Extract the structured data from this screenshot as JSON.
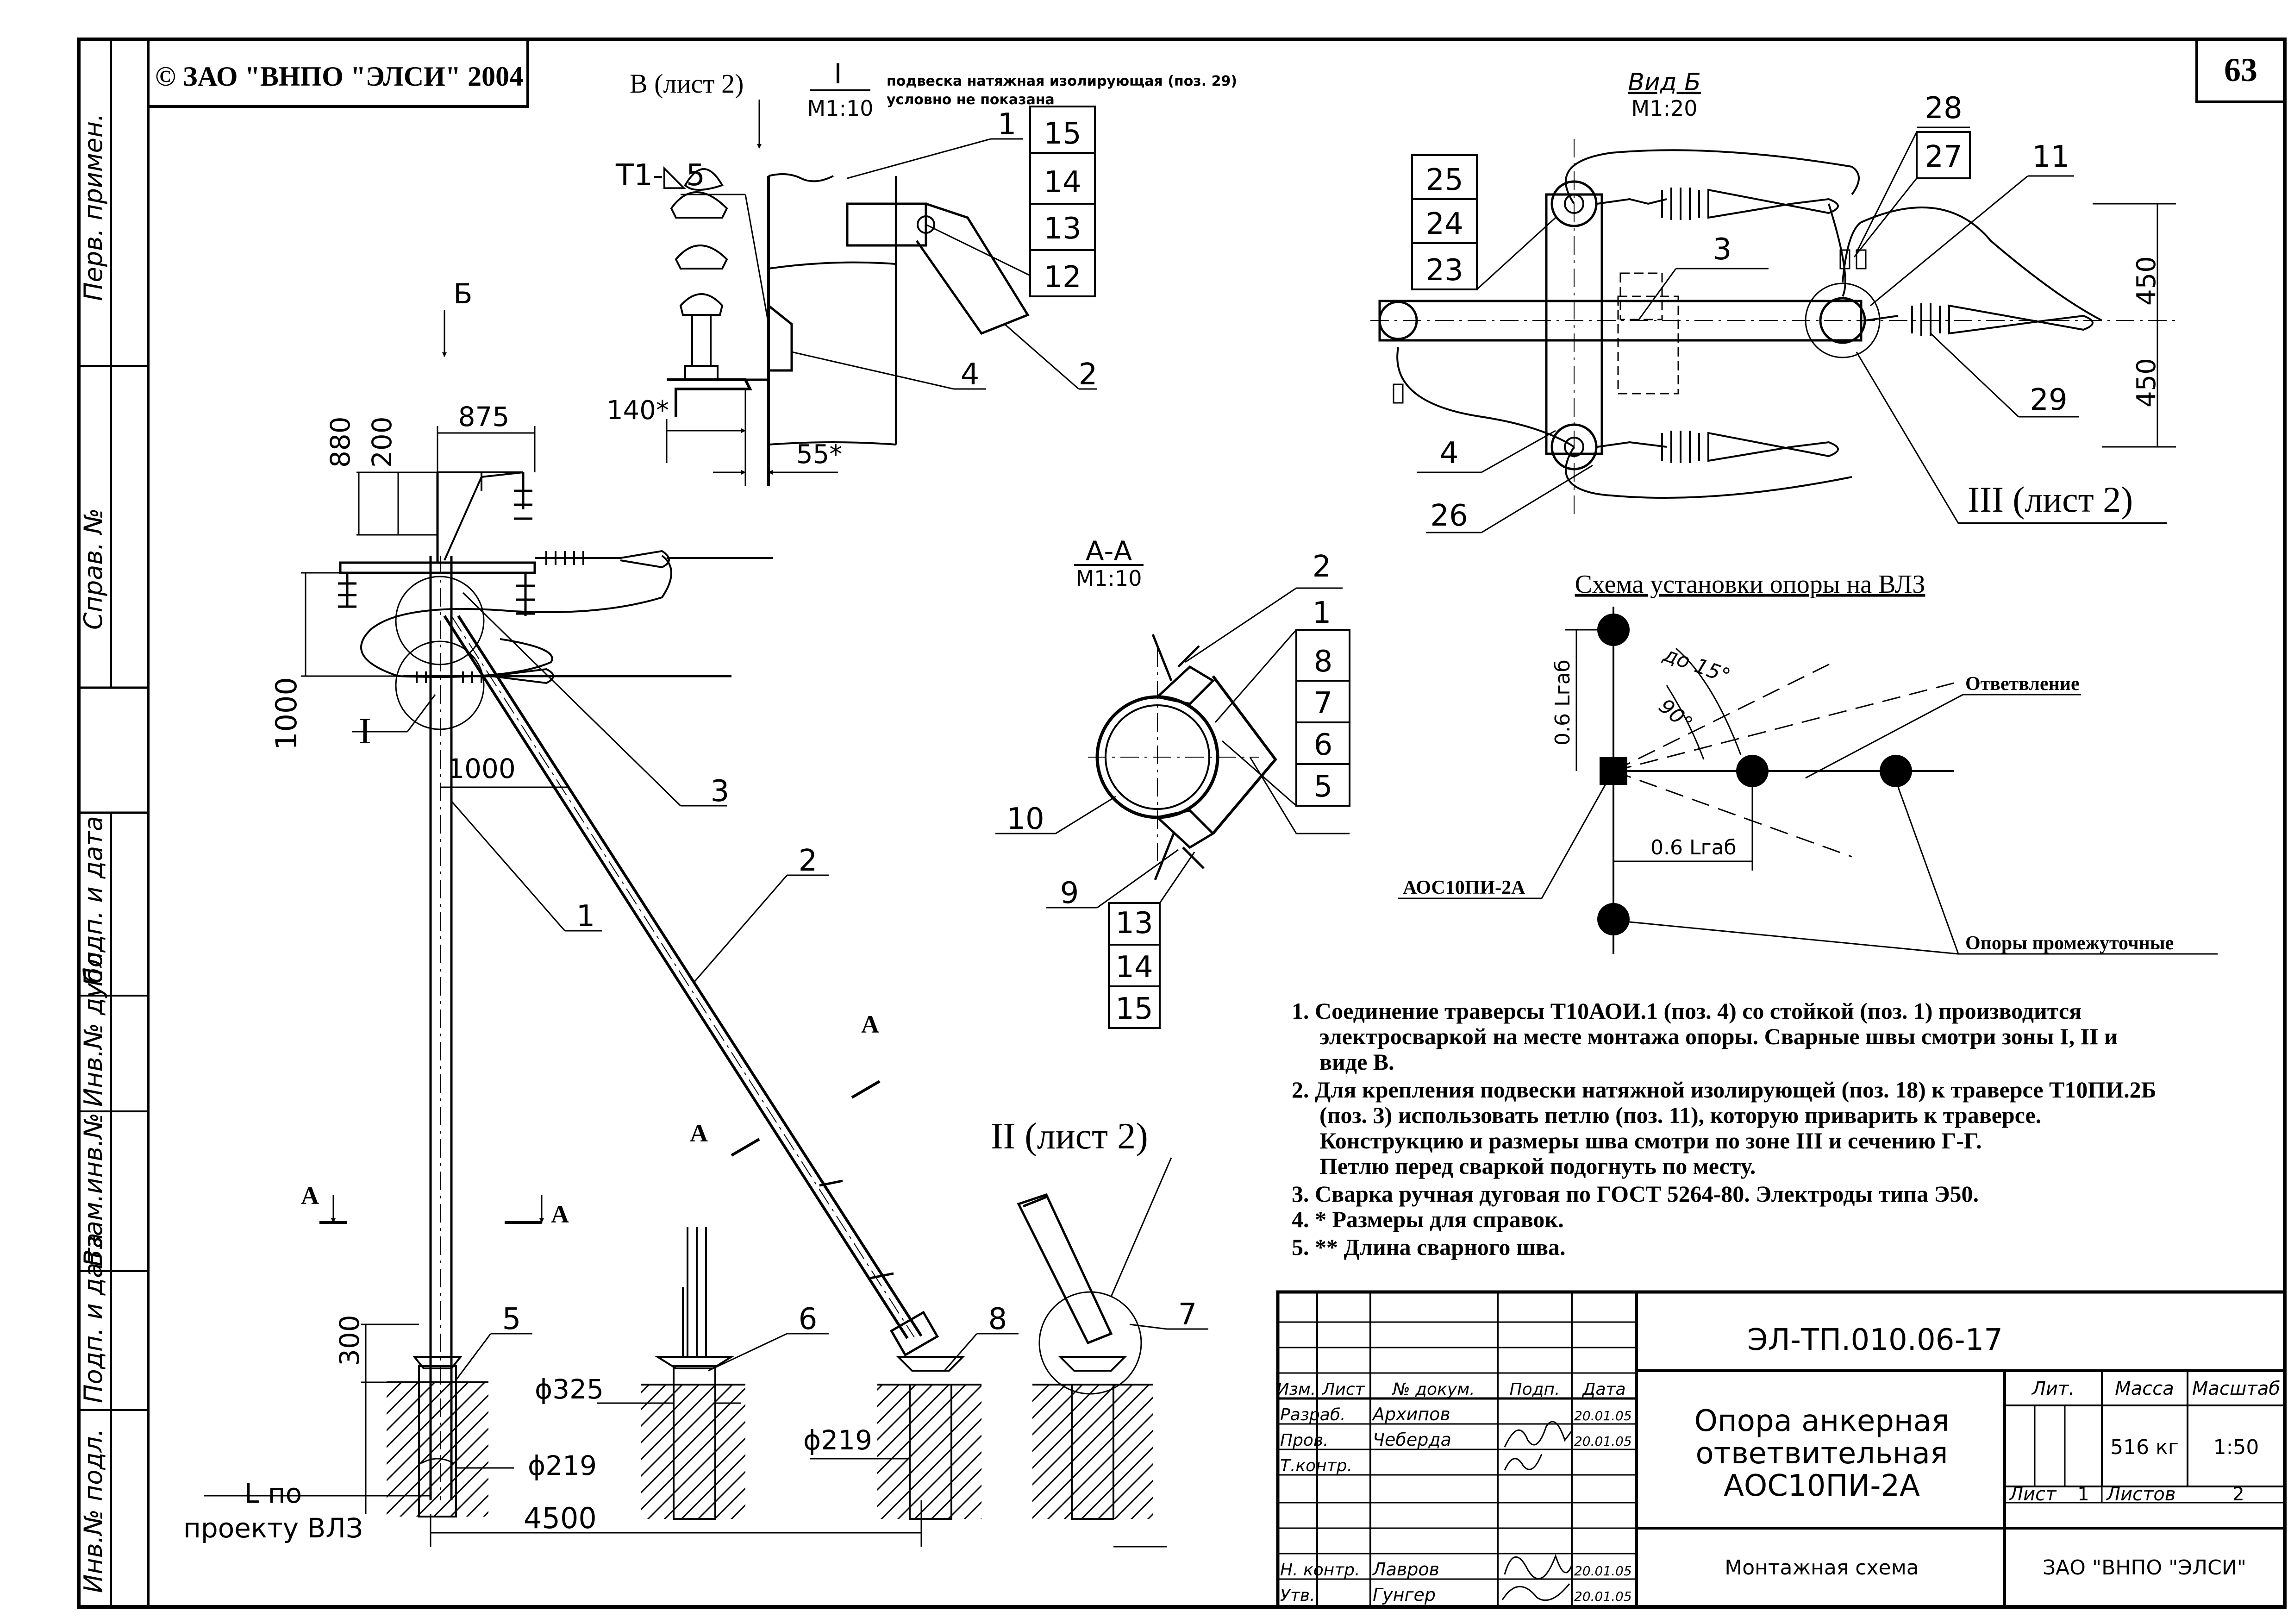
{
  "sheet": {
    "copyright": "© ЗАО \"ВНПО \"ЭЛСИ\" 2004",
    "page_number": "63",
    "side_stamps": [
      "Перв. примен.",
      "Справ. №",
      "Подп. и дата",
      "Инв.№ дубл.",
      "Взам.инв.№",
      "Подп. и дата",
      "Инв.№ подл."
    ]
  },
  "detail_I": {
    "title": "I",
    "scale": "М1:10",
    "note": [
      "подвеска натяжная изолирующая (поз. 29)",
      "условно не показана"
    ],
    "weld": "Т1-◺5",
    "view_ref": "В (лист 2)",
    "dims": [
      "140*",
      "55*"
    ],
    "callouts": [
      "1",
      "15",
      "14",
      "13",
      "12",
      "4",
      "2"
    ]
  },
  "main_view": {
    "view_arrow": "Б",
    "dims": [
      "875",
      "880",
      "200",
      "1000",
      "1000",
      "300",
      "4500",
      "ϕ325",
      "ϕ219",
      "ϕ219"
    ],
    "zone_I": "I",
    "zone_II": "II (лист 2)",
    "section_marks": [
      "А",
      "А",
      "А",
      "А"
    ],
    "l_note": [
      "L по",
      "проекту ВЛЗ"
    ],
    "callouts": [
      "3",
      "1",
      "2",
      "5",
      "6",
      "8",
      "7"
    ]
  },
  "section_AA": {
    "title": "А-А",
    "scale": "М1:10",
    "callouts": [
      "2",
      "1",
      "8",
      "7",
      "6",
      "5",
      "10",
      "9",
      "13",
      "14",
      "15"
    ]
  },
  "view_B": {
    "title": "Вид Б",
    "scale": "М1:20",
    "callouts": [
      "25",
      "24",
      "23",
      "28",
      "27",
      "11",
      "3",
      "4",
      "26",
      "29"
    ],
    "dims": [
      "450",
      "450"
    ],
    "zone_III": "III (лист 2)"
  },
  "scheme": {
    "title": "Схема установки опоры на ВЛЗ",
    "branch": "Ответвление",
    "support": "АОС10ПИ-2А",
    "intermediate": "Опоры промежуточные",
    "angle_max": "до 15°",
    "angle": "90°",
    "dim_v": "0.6 Lгаб",
    "dim_h": "0.6 Lгаб"
  },
  "notes": [
    "1. Соединение траверсы  Т10АОИ.1 (поз. 4) со стойкой (поз. 1)  производится",
    "электросваркой на месте монтажа опоры. Сварные швы смотри зоны I, II  и",
    "виде В.",
    "2. Для крепления подвески натяжной изолирующей (поз. 18) к траверсе Т10ПИ.2Б",
    "(поз. 3) использовать петлю (поз. 11), которую приварить к траверсе.",
    "Конструкцию и размеры шва смотри по зоне III и сечению Г-Г.",
    "Петлю перед сваркой подогнуть по месту.",
    "3. Сварка  ручная дуговая по ГОСТ 5264-80. Электроды типа Э50.",
    "4. * Размеры для справок.",
    "5. ** Длина сварного шва."
  ],
  "title_block": {
    "doc_code": "ЭЛ-ТП.010.06-17",
    "title": [
      "Опора анкерная",
      "ответвительная",
      "АОС10ПИ-2А"
    ],
    "header": [
      "Изм.",
      "Лист",
      "№ докум.",
      "Подп.",
      "Дата"
    ],
    "roles": [
      "Разраб.",
      "Пров.",
      "Т.контр.",
      "",
      "Н. контр.",
      "Утв."
    ],
    "names": [
      "Архипов",
      "Чеберда",
      "",
      "",
      "Лавров",
      "Гунгер"
    ],
    "dates": [
      "20.01.05",
      "20.01.05",
      "",
      "",
      "20.01.05",
      "20.01.05"
    ],
    "lit": "Лит.",
    "mass_label": "Масса",
    "scale_label": "Масштаб",
    "mass": "516 кг",
    "scale": "1:50",
    "sheet_label": "Лист",
    "sheet": "1",
    "sheets_label": "Листов",
    "sheets": "2",
    "subtitle": "Монтажная схема",
    "org": "ЗАО \"ВНПО \"ЭЛСИ\""
  }
}
